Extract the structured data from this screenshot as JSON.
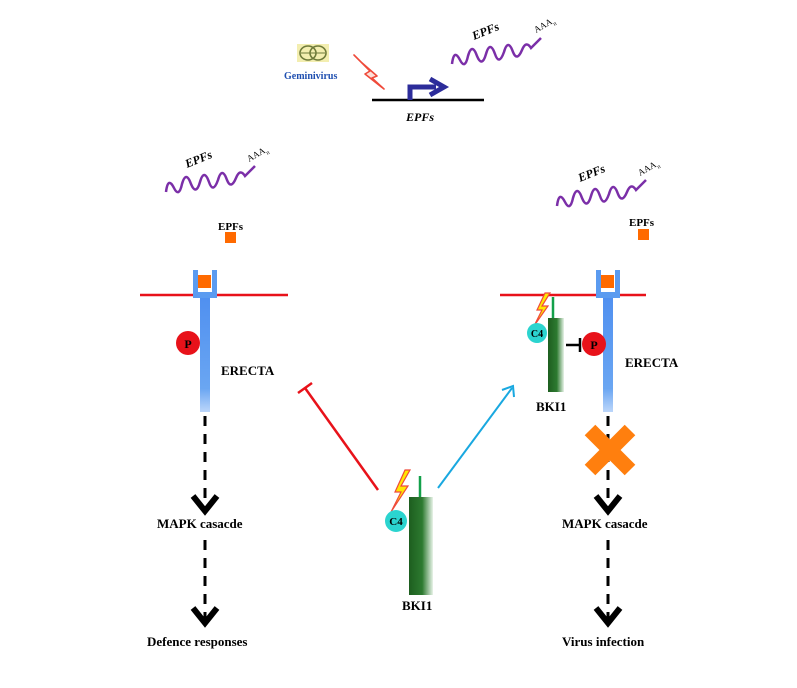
{
  "top": {
    "virus_label": "Geminivirus",
    "gene_label": "EPFs",
    "mrna_label": "EPFs",
    "polya_label": "AAA",
    "polya_sub": "n"
  },
  "left": {
    "mrna_label": "EPFs",
    "polya_label": "AAA",
    "polya_sub": "n",
    "peptide_label": "EPFs",
    "phospho_label": "P",
    "receptor_label": "ERECTA",
    "cascade_label": "MAPK casacde",
    "outcome_label": "Defence responses"
  },
  "center": {
    "c4_label": "C4",
    "bki1_label": "BKI1"
  },
  "right": {
    "mrna_label": "EPFs",
    "polya_label": "AAA",
    "polya_sub": "n",
    "peptide_label": "EPFs",
    "c4_label": "C4",
    "bki1_label": "BKI1",
    "phospho_label": "P",
    "receptor_label": "ERECTA",
    "cascade_label": "MAPK casacde",
    "outcome_label": "Virus infection"
  },
  "colors": {
    "mrna": "#7b2fa8",
    "membrane": "#e8121a",
    "receptor": "#5b9bf0",
    "peptide": "#ff6a00",
    "phospho": "#e8121a",
    "c4": "#2bd4cf",
    "bki1": "#1f6e22",
    "inhibit_line": "#e8121a",
    "activate_arrow": "#19a8e0",
    "cross": "#ff7f0e",
    "promoter_arrow": "#2c2c9a",
    "virus_label": "#1f4fb0"
  }
}
